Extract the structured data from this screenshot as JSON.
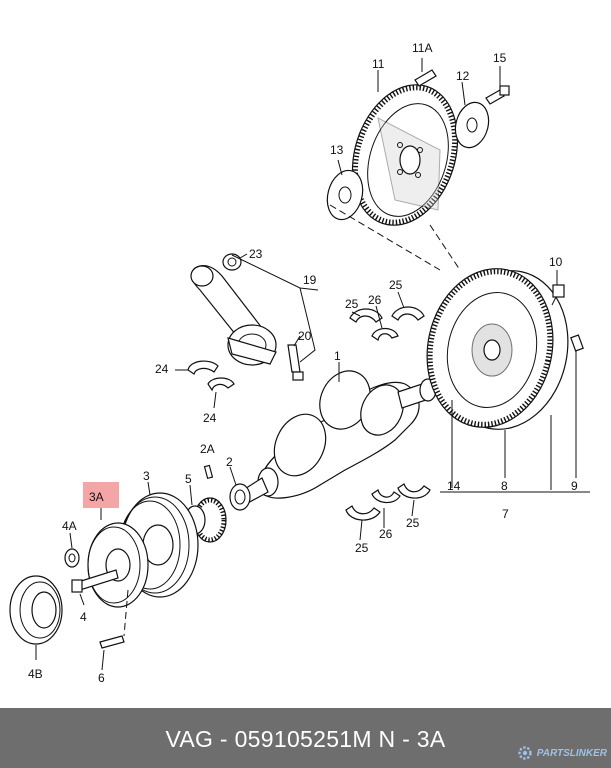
{
  "callouts": {
    "p1": "1",
    "p2": "2",
    "p2a": "2A",
    "p3": "3",
    "p3a": "3A",
    "p4": "4",
    "p4a": "4A",
    "p4b": "4B",
    "p5": "5",
    "p6": "6",
    "p7": "7",
    "p8": "8",
    "p9": "9",
    "p10": "10",
    "p11": "11",
    "p11a": "11A",
    "p12": "12",
    "p13": "13",
    "p14": "14",
    "p15": "15",
    "p19": "19",
    "p20": "20",
    "p23": "23",
    "p24a": "24",
    "p24b": "24",
    "p25a": "25",
    "p25b": "25",
    "p25c": "25",
    "p25d": "25",
    "p26a": "26",
    "p26b": "26"
  },
  "highlight_color": "#f4a6a6",
  "footer": {
    "text": "VAG - 059105251M      N - 3A",
    "brand": "PARTSLINKER"
  }
}
